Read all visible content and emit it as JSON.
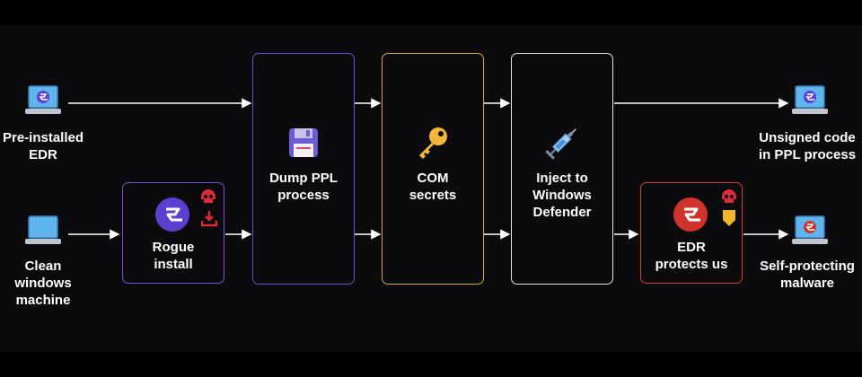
{
  "nodes": {
    "preinstalled_edr": "Pre-installed\nEDR",
    "clean_machine": "Clean\nwindows\nmachine",
    "rogue_install": "Rogue\ninstall",
    "dump_ppl": "Dump PPL\nprocess",
    "com_secrets": "COM\nsecrets",
    "inject_defender": "Inject to\nWindows\nDefender",
    "edr_protects": "EDR\nprotects us",
    "unsigned_code": "Unsigned code\nin PPL process",
    "self_protecting": "Self-protecting\nmalware"
  },
  "colors": {
    "rogue_border": "#7b4fd6",
    "dump_border": "#5b56c9",
    "com_border": "#e0a43c",
    "inject_border": "#e6e6e6",
    "edr_border": "#d23b36",
    "edr_purple": "#5b3fd0",
    "edr_red": "#d1322c"
  },
  "icons": [
    "laptop-icon",
    "floppy-disk-icon",
    "key-icon",
    "syringe-icon",
    "skull-icon",
    "download-icon",
    "shield-icon",
    "edr-logo-icon"
  ]
}
